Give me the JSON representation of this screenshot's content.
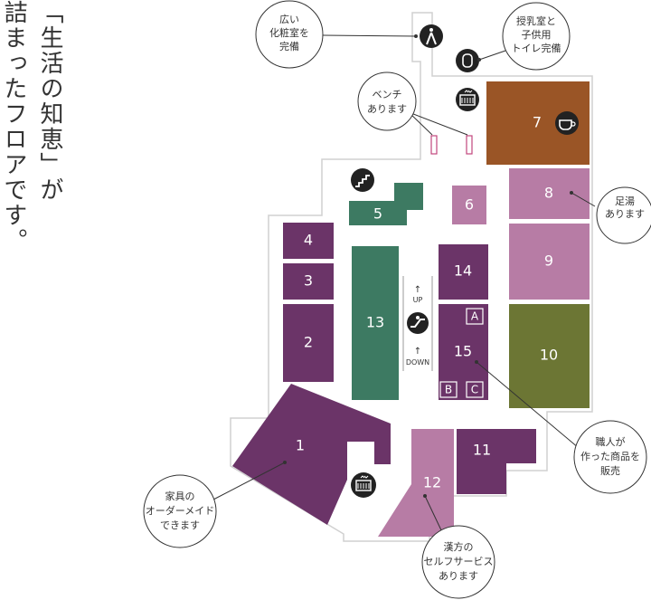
{
  "heading": {
    "line1": "「生活の知恵」が",
    "line2": "詰まったフロアです。"
  },
  "colors": {
    "dark_purple": "#6b3468",
    "light_purple": "#b77ca5",
    "green": "#3d7a62",
    "brown": "#9a5526",
    "olive": "#6c7634",
    "outline": "#d0d0d0",
    "callout_line": "#333333",
    "pink_marker": "#c2457d"
  },
  "shops": {
    "s1": "1",
    "s2": "2",
    "s3": "3",
    "s4": "4",
    "s5": "5",
    "s6": "6",
    "s7": "7",
    "s8": "8",
    "s9": "9",
    "s10": "10",
    "s11": "11",
    "s12": "12",
    "s13": "13",
    "s14": "14",
    "s15": "15"
  },
  "letters": {
    "a": "A",
    "b": "B",
    "c": "C"
  },
  "escalator": {
    "up": "UP",
    "down": "DOWN"
  },
  "icons": [
    "restroom-icon",
    "nursing-room-icon",
    "elevator-icon",
    "cafe-icon",
    "stairs-icon",
    "foot-bath-icon",
    "escalator-icon",
    "bench-marker-icon"
  ],
  "callouts": {
    "restroom": [
      "広い",
      "化粧室を",
      "完備"
    ],
    "nursing": [
      "授乳室と",
      "子供用",
      "トイレ完備"
    ],
    "bench": [
      "ベンチ",
      "あります"
    ],
    "footbath": [
      "足湯",
      "あります"
    ],
    "craftsman": [
      "職人が",
      "作った商品を",
      "販売"
    ],
    "furniture": [
      "家具の",
      "オーダーメイド",
      "できます"
    ],
    "kampo": [
      "漢方の",
      "セルフサービス",
      "あります"
    ]
  }
}
